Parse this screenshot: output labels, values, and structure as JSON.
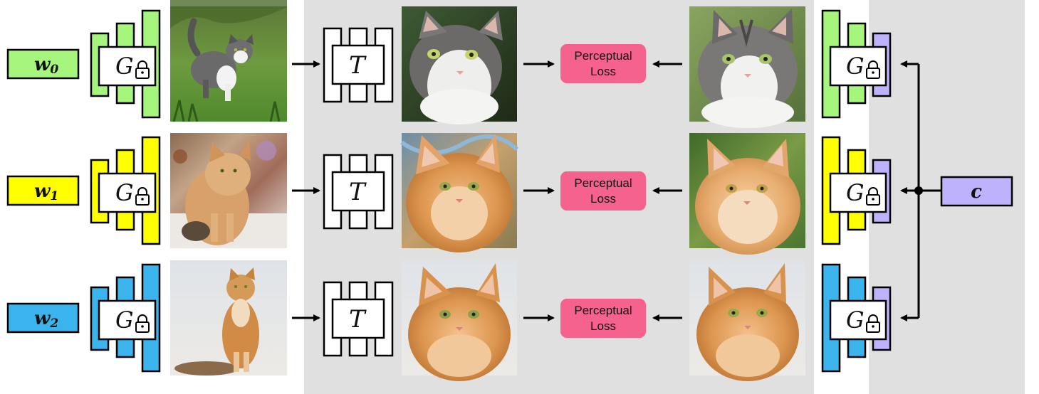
{
  "rows": [
    {
      "latent": {
        "base": "w",
        "sub": "0",
        "color": "#a6f57d"
      },
      "generator_label": "G",
      "transform_label": "T",
      "loss_label_line1": "Perceptual",
      "loss_label_line2": "Loss",
      "conditioned_generator_label": "G",
      "images": {
        "generated": "gray-white cat standing in grass",
        "transformed": "gray-white cat face close-up",
        "target": "gray-white cat face close-up"
      }
    },
    {
      "latent": {
        "base": "w",
        "sub": "1",
        "color": "#ffff00"
      },
      "generator_label": "G",
      "transform_label": "T",
      "loss_label_line1": "Perceptual",
      "loss_label_line2": "Loss",
      "conditioned_generator_label": "G",
      "images": {
        "generated": "orange tabby cat sitting",
        "transformed": "orange tabby cat face",
        "target": "orange tabby cat face"
      }
    },
    {
      "latent": {
        "base": "w",
        "sub": "2",
        "color": "#3bb3ec"
      },
      "generator_label": "G",
      "transform_label": "T",
      "loss_label_line1": "Perceptual",
      "loss_label_line2": "Loss",
      "conditioned_generator_label": "G",
      "images": {
        "generated": "orange tabby cat sitting",
        "transformed": "orange tabby cat face",
        "target": "orange tabby cat face"
      }
    }
  ],
  "condition": {
    "label": "c",
    "color": "#bdb2fb"
  },
  "colors": {
    "panel_gray": "#e0e0e0",
    "loss_pink": "#f5628d",
    "condition_purple": "#bdb2fb"
  }
}
